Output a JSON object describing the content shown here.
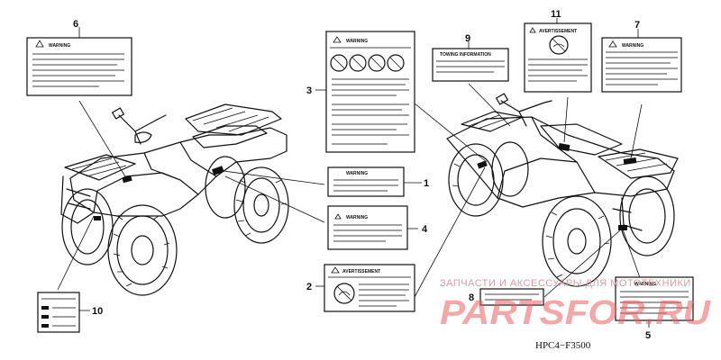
{
  "diagram_code": "HPC4−F3500",
  "watermark": {
    "line1": "ЗАПЧАСТИ И АКСЕССУАРЫ ДЛЯ МОТОТЕХНИКИ",
    "brand": "PARTSFOR.RU"
  },
  "labels": {
    "warning": "WARNING",
    "avertissement": "AVERTISSEMENT",
    "towing": "TOWING INFORMATION"
  },
  "callouts": [
    {
      "id": "c1",
      "number": "1"
    },
    {
      "id": "c2",
      "number": "2"
    },
    {
      "id": "c3",
      "number": "3"
    },
    {
      "id": "c4",
      "number": "4"
    },
    {
      "id": "c5",
      "number": "5"
    },
    {
      "id": "c6",
      "number": "6"
    },
    {
      "id": "c7",
      "number": "7"
    },
    {
      "id": "c8",
      "number": "8"
    },
    {
      "id": "c9",
      "number": "9"
    },
    {
      "id": "c10",
      "number": "10"
    },
    {
      "id": "c11",
      "number": "11"
    }
  ],
  "colors": {
    "ink": "#111111",
    "watermark": "#ef5c5c"
  }
}
